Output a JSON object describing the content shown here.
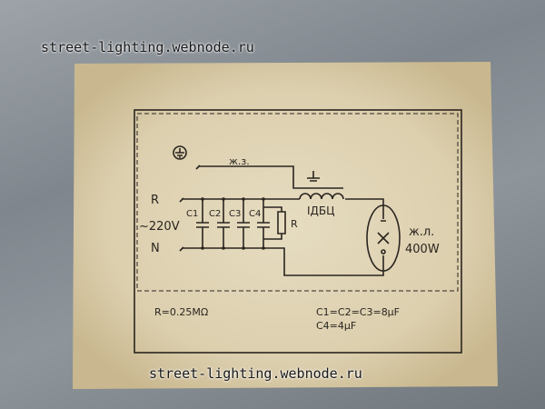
{
  "watermarks": [
    "street-lighting.webnode.ru",
    "street-lighting.webnode.ru"
  ],
  "diagram": {
    "earth_wire_label": "ж.з.",
    "terminal_r": "R",
    "terminal_n": "N",
    "voltage": "~220V",
    "capacitors": [
      "C1",
      "C2",
      "C3",
      "C4"
    ],
    "resistor_label": "R",
    "ballast_label": "IДБЦ",
    "lamp_label": "ж.л.",
    "lamp_power": "400W",
    "resistor_value": "R=0.25MΩ",
    "cap_values_1": "C1=C2=C3=8μF",
    "cap_values_2": "C4=4μF"
  },
  "colors": {
    "paper": "#ddd0b0",
    "ink": "#2a2520"
  }
}
